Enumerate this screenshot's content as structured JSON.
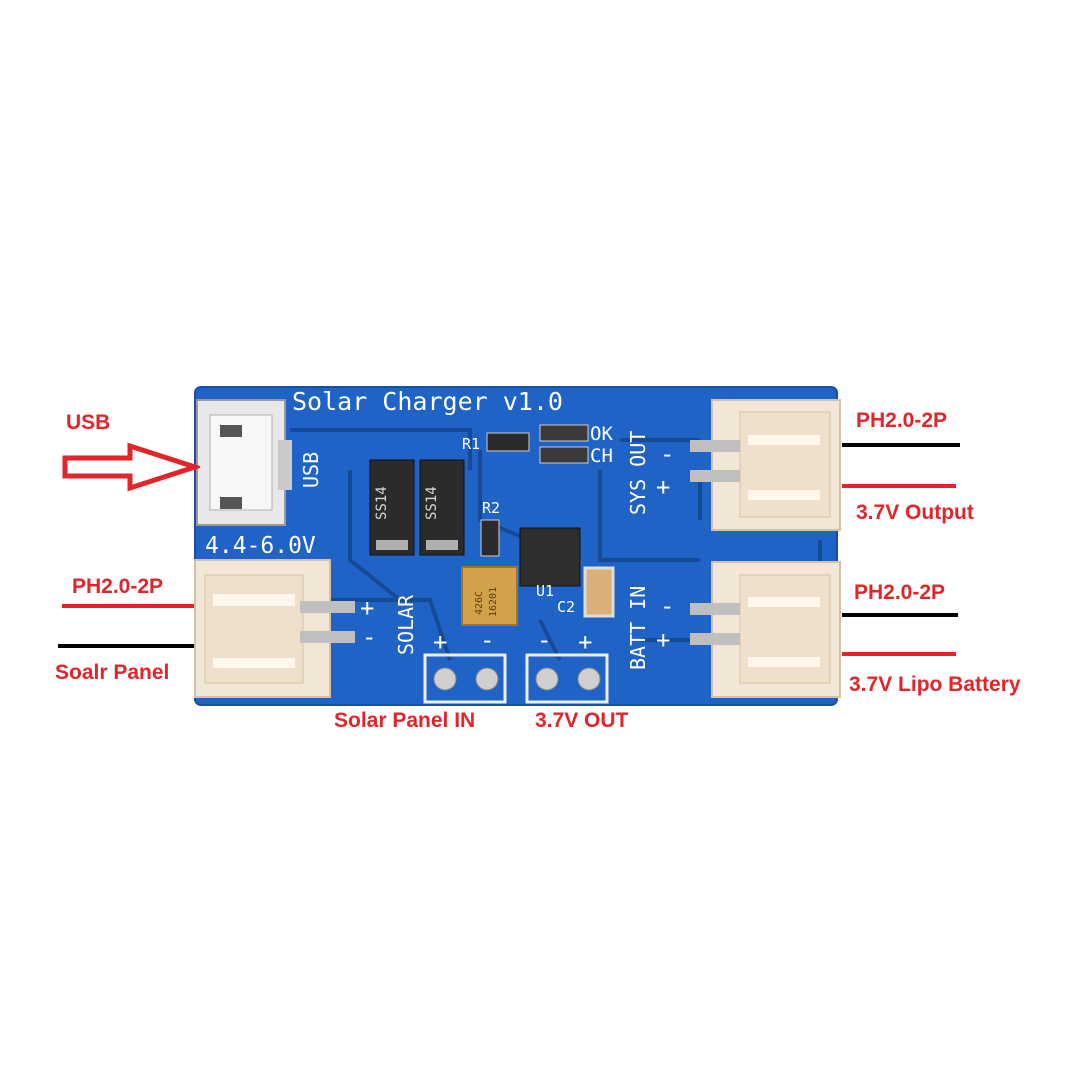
{
  "board": {
    "title": "Solar Charger v1.0",
    "usb_label": "USB",
    "voltage_label": "4.4-6.0V",
    "r1": "R1",
    "r2": "R2",
    "u1": "U1",
    "c2": "C2",
    "ok": "OK",
    "ch": "CH",
    "sys_out": "SYS OUT",
    "batt_in": "BATT IN",
    "solar": "SOLAR",
    "diode1": "SS14",
    "diode2": "SS14",
    "cap_marking1": "426C",
    "cap_marking2": "16201",
    "plus": "+",
    "minus": "-"
  },
  "annotations": {
    "usb": "USB",
    "ph_left": "PH2.0-2P",
    "solar_panel": "Soalr Panel",
    "ph_top_right": "PH2.0-2P",
    "output": "3.7V Output",
    "ph_bottom_right": "PH2.0-2P",
    "battery": "3.7V Lipo Battery",
    "solar_in": "Solar Panel IN",
    "out_37": "3.7V OUT"
  },
  "colors": {
    "pcb": "#1f63c6",
    "annotation": "#e0262b",
    "connector": "#f2e6d6"
  }
}
